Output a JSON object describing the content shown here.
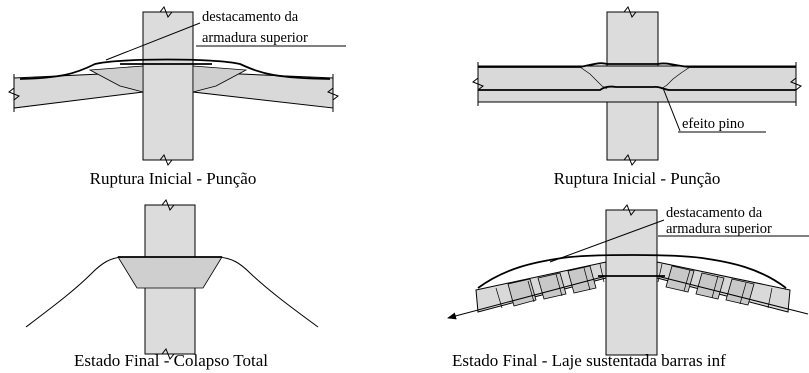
{
  "panels": {
    "top_left": {
      "caption": "Ruptura Inicial - Punção",
      "label_line1": "destacamento da",
      "label_line2": "armadura superior"
    },
    "top_right": {
      "caption": "Ruptura Inicial - Punção",
      "label": "efeito pino"
    },
    "bottom_left": {
      "caption": "Estado Final - Colapso Total"
    },
    "bottom_right": {
      "caption": "Estado Final - Laje sustentada barras inf",
      "label_line1": "destacamento da",
      "label_line2": "armadura superior"
    }
  }
}
